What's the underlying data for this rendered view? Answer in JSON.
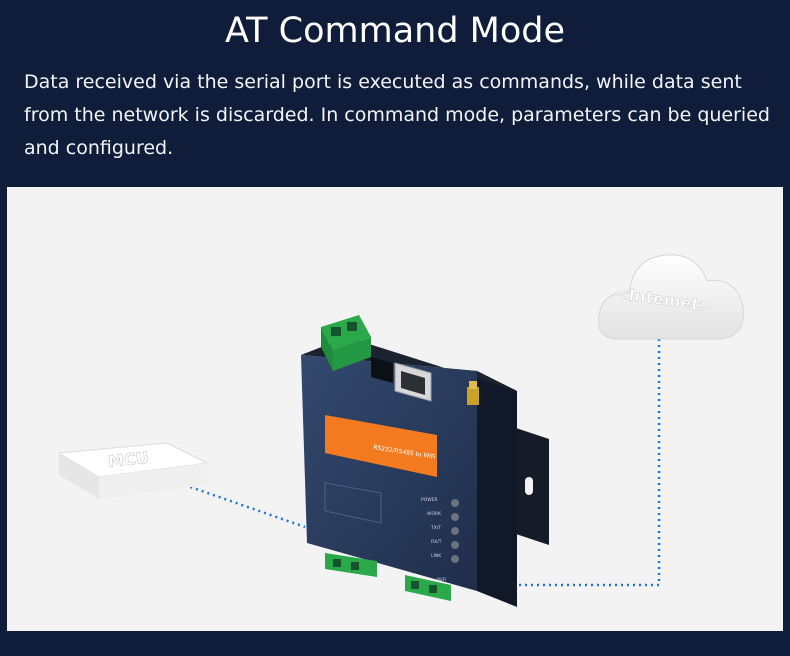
{
  "header": {
    "title": "AT Command Mode",
    "description": "Data received via the serial port is executed as commands, while data sent from the network is discarded. In command mode, parameters can be queried and configured."
  },
  "diagram": {
    "cloud_label": "<Intemet>",
    "mcu_label": "MCU",
    "device_label": "RS232/RS485 to WiFi",
    "led_labels": [
      "POWER",
      "WORK",
      "TX/T",
      "RX/T",
      "LINK",
      "WiFi"
    ],
    "colors": {
      "background": "#0f1d3a",
      "panel": "#f3f3f3",
      "device_body": "#1f2937",
      "device_face": "#2c3e63",
      "label_strip": "#f47a20",
      "terminal": "#2aa84a",
      "link_line": "#1e73d8"
    }
  }
}
